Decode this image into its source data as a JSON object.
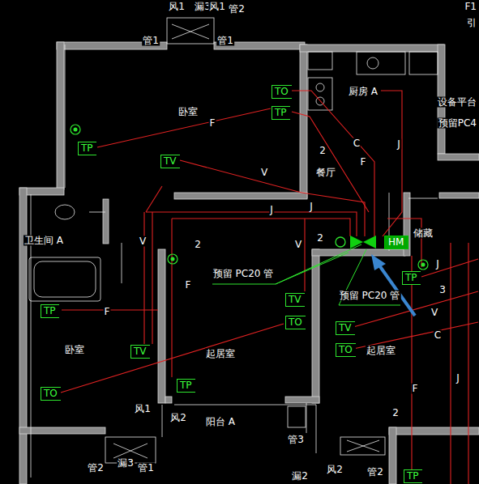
{
  "diagram": {
    "nodes": [
      {
        "text": [
          "TO"
        ]
      },
      {
        "text": [
          "TP"
        ]
      },
      {
        "text": [
          "TP"
        ]
      },
      {
        "text": [
          "TV"
        ]
      },
      {
        "text": [
          "HM"
        ]
      },
      {
        "text": [
          "TP"
        ]
      },
      {
        "text": [
          "TV"
        ]
      },
      {
        "text": [
          "TP"
        ]
      },
      {
        "text": [
          "TO"
        ]
      },
      {
        "text": [
          "TV"
        ]
      },
      {
        "text": [
          "TV"
        ]
      },
      {
        "text": [
          "TO"
        ]
      },
      {
        "text": [
          "TP"
        ]
      },
      {
        "text": [
          "TO"
        ]
      },
      {
        "text": [
          "TP"
        ]
      }
    ],
    "labels": [
      "风1",
      "漏3",
      "风1",
      "管2",
      "F1",
      "引",
      "管1",
      "管1",
      "卧室",
      "厨房 A",
      "设备平台",
      "预留PC4",
      "F",
      "2",
      "C",
      "F",
      "J",
      "餐厅",
      "V",
      "J",
      "J",
      "V",
      "2",
      "V",
      "2",
      "卫生间 A",
      "储藏",
      "F",
      "预留 PC20 管",
      "J",
      "预留 PC20 管",
      "3",
      "V",
      "F",
      "C",
      "卧室",
      "起居室",
      "起居室",
      "F",
      "J",
      "2",
      "风1",
      "风2",
      "阳台 A",
      "管3",
      "管2",
      "漏3",
      "管1",
      "漏2",
      "风2",
      "管2"
    ]
  }
}
